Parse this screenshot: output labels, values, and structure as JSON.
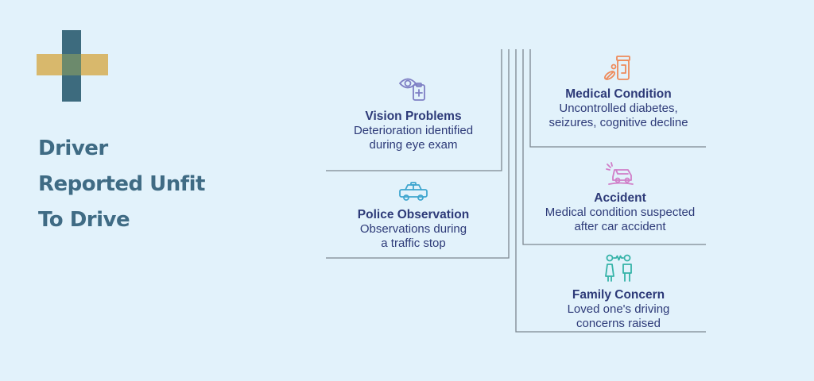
{
  "title": {
    "line1": "Driver",
    "line2": "Reported Unfit",
    "line3": "To Drive"
  },
  "colors": {
    "background": "#e2f2fb",
    "title": "#3f6b84",
    "text": "#2d3a78",
    "logo_bar": "#3d6b7e",
    "logo_gold": "#d7b15c",
    "lines": "#7c8790"
  },
  "items": [
    {
      "icon": "eye-clipboard-icon",
      "icon_color": "#7e7fc4",
      "heading": "Vision Problems",
      "desc1": "Deterioration identified",
      "desc2": "during eye exam"
    },
    {
      "icon": "police-car-icon",
      "icon_color": "#3fa6cf",
      "heading": "Police Observation",
      "desc1": "Observations during",
      "desc2": "a traffic stop"
    },
    {
      "icon": "pill-bottle-icon",
      "icon_color": "#ee8a5a",
      "heading": "Medical Condition",
      "desc1": "Uncontrolled diabetes,",
      "desc2": "seizures, cognitive decline"
    },
    {
      "icon": "car-crash-icon",
      "icon_color": "#d07ec8",
      "heading": "Accident",
      "desc1": "Medical condition suspected",
      "desc2": "after car accident"
    },
    {
      "icon": "family-icon",
      "icon_color": "#35b3a8",
      "heading": "Family Concern",
      "desc1": "Loved one's driving",
      "desc2": "concerns raised"
    }
  ]
}
